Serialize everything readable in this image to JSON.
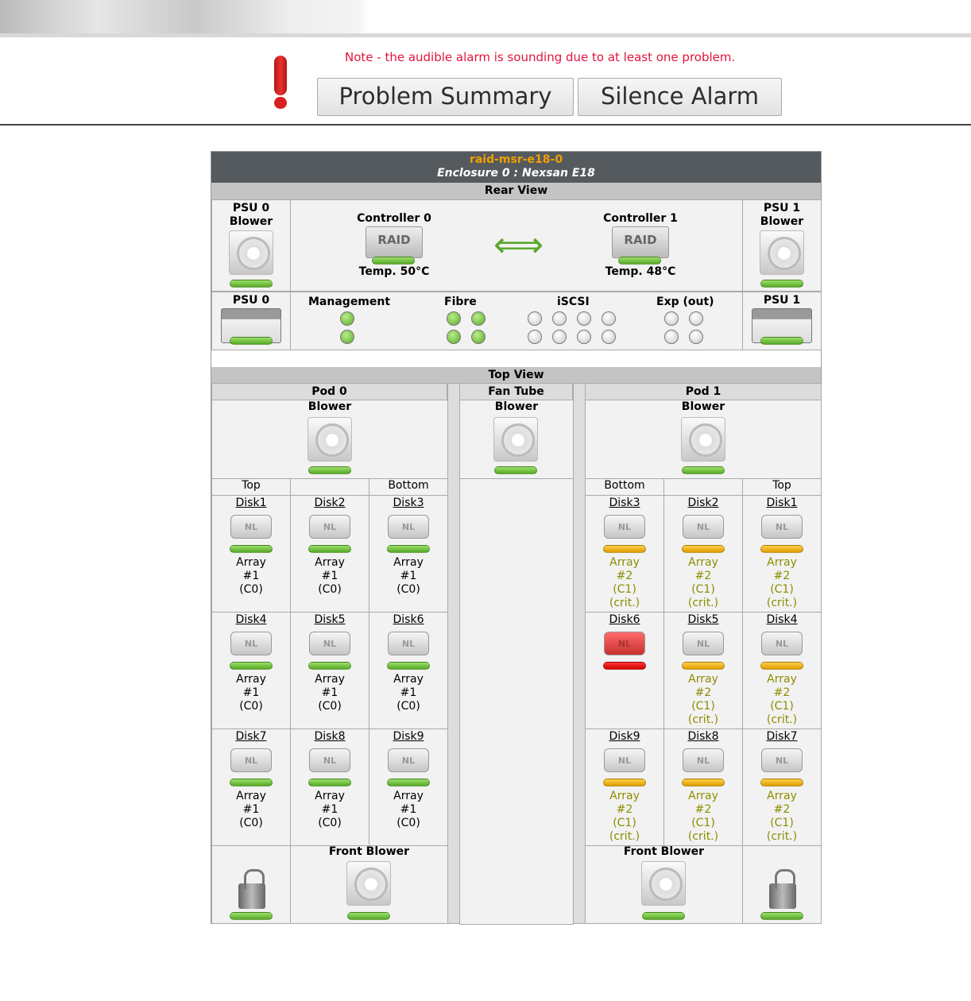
{
  "alarm": {
    "note": "Note - the audible alarm is sounding due to at least one problem.",
    "problem_summary": "Problem Summary",
    "silence_alarm": "Silence Alarm"
  },
  "enclosure": {
    "name": "raid-msr-e18-0",
    "subtitle": "Enclosure  0 : Nexsan E18",
    "rear_view": "Rear View",
    "top_view": "Top View",
    "psu0_blower": [
      "PSU 0",
      "Blower"
    ],
    "psu1_blower": [
      "PSU 1",
      "Blower"
    ],
    "psu0": "PSU 0",
    "psu1": "PSU 1",
    "controller0": {
      "name": "Controller 0",
      "temp": "Temp. 50°C",
      "icon_text": "RAID"
    },
    "controller1": {
      "name": "Controller 1",
      "temp": "Temp. 48°C",
      "icon_text": "RAID"
    },
    "ports": {
      "management": "Management",
      "fibre": "Fibre",
      "iscsi": "iSCSI",
      "exp": "Exp (out)"
    },
    "pod0": "Pod 0",
    "fan_tube": "Fan Tube",
    "pod1": "Pod 1",
    "blower": "Blower",
    "front_blower": "Front Blower",
    "col_top": "Top",
    "col_bottom": "Bottom",
    "disk_icon_text": "NL"
  },
  "colors": {
    "ok": "#6cbf3a",
    "warning": "#e8a800",
    "failed": "#e00000"
  },
  "pod0_disks": [
    [
      {
        "name": "Disk1",
        "status": "ok",
        "lines": [
          "Array",
          "#1",
          "(C0)"
        ]
      },
      {
        "name": "Disk2",
        "status": "ok",
        "lines": [
          "Array",
          "#1",
          "(C0)"
        ]
      },
      {
        "name": "Disk3",
        "status": "ok",
        "lines": [
          "Array",
          "#1",
          "(C0)"
        ]
      }
    ],
    [
      {
        "name": "Disk4",
        "status": "ok",
        "lines": [
          "Array",
          "#1",
          "(C0)"
        ]
      },
      {
        "name": "Disk5",
        "status": "ok",
        "lines": [
          "Array",
          "#1",
          "(C0)"
        ]
      },
      {
        "name": "Disk6",
        "status": "ok",
        "lines": [
          "Array",
          "#1",
          "(C0)"
        ]
      }
    ],
    [
      {
        "name": "Disk7",
        "status": "ok",
        "lines": [
          "Array",
          "#1",
          "(C0)"
        ]
      },
      {
        "name": "Disk8",
        "status": "ok",
        "lines": [
          "Array",
          "#1",
          "(C0)"
        ]
      },
      {
        "name": "Disk9",
        "status": "ok",
        "lines": [
          "Array",
          "#1",
          "(C0)"
        ]
      }
    ]
  ],
  "pod1_disks": [
    [
      {
        "name": "Disk3",
        "status": "warning",
        "lines": [
          "Array",
          "#2",
          "(C1)",
          "(crit.)"
        ]
      },
      {
        "name": "Disk2",
        "status": "warning",
        "lines": [
          "Array",
          "#2",
          "(C1)",
          "(crit.)"
        ]
      },
      {
        "name": "Disk1",
        "status": "warning",
        "lines": [
          "Array",
          "#2",
          "(C1)",
          "(crit.)"
        ]
      }
    ],
    [
      {
        "name": "Disk6",
        "status": "failed",
        "lines": []
      },
      {
        "name": "Disk5",
        "status": "warning",
        "lines": [
          "Array",
          "#2",
          "(C1)",
          "(crit.)"
        ]
      },
      {
        "name": "Disk4",
        "status": "warning",
        "lines": [
          "Array",
          "#2",
          "(C1)",
          "(crit.)"
        ]
      }
    ],
    [
      {
        "name": "Disk9",
        "status": "warning",
        "lines": [
          "Array",
          "#2",
          "(C1)",
          "(crit.)"
        ]
      },
      {
        "name": "Disk8",
        "status": "warning",
        "lines": [
          "Array",
          "#2",
          "(C1)",
          "(crit.)"
        ]
      },
      {
        "name": "Disk7",
        "status": "warning",
        "lines": [
          "Array",
          "#2",
          "(C1)",
          "(crit.)"
        ]
      }
    ]
  ]
}
